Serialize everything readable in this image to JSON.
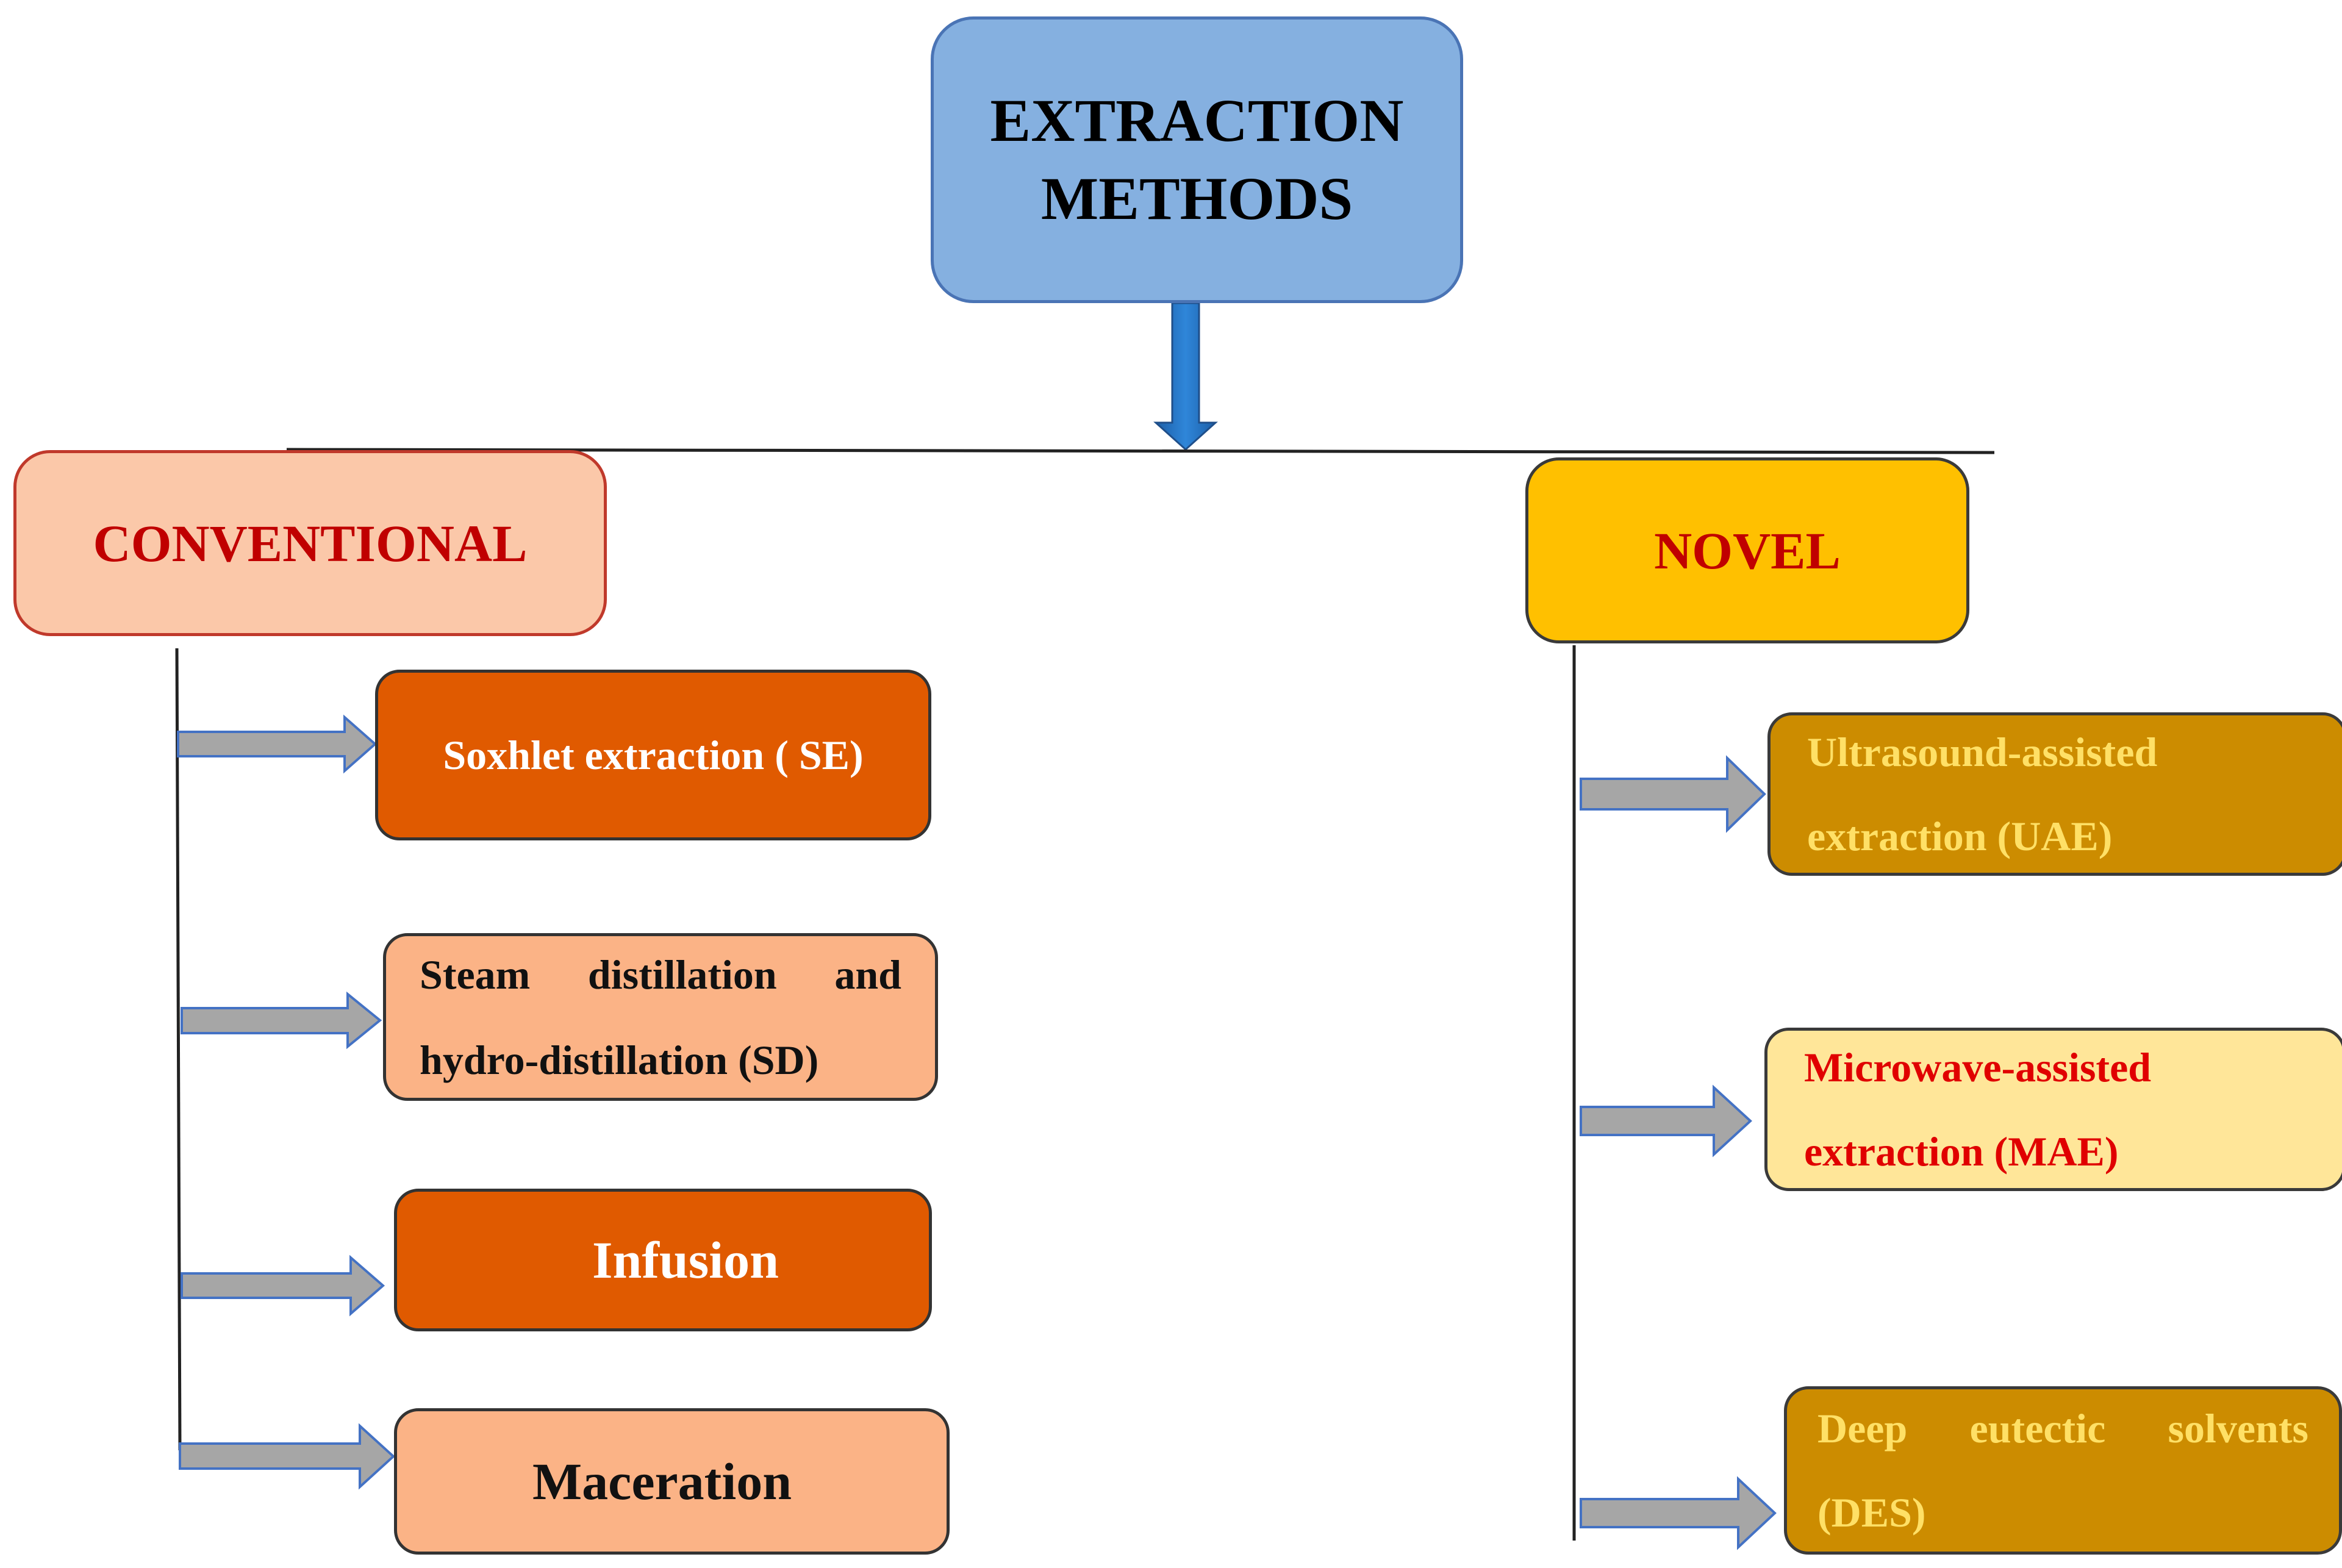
{
  "root": {
    "line1": "EXTRACTION",
    "line2": "METHODS"
  },
  "conventional": {
    "title": "CONVENTIONAL",
    "items": [
      {
        "text": "Soxhlet extraction ( SE)"
      },
      {
        "line1": "Steam distillation and",
        "line2": "hydro-distillation (SD)"
      },
      {
        "text": "Infusion"
      },
      {
        "text": "Maceration"
      }
    ]
  },
  "novel": {
    "title": "NOVEL",
    "items": [
      {
        "line1": "Ultrasound-assisted",
        "line2": "extraction (UAE)"
      },
      {
        "line1": "Microwave-assisted",
        "line2": "extraction (MAE)"
      },
      {
        "line1": "Deep eutectic solvents",
        "line2": "(DES)"
      }
    ]
  },
  "colors": {
    "root_fill": "#85b0e0",
    "conventional_fill": "#fbc8a9",
    "novel_fill": "#ffc000",
    "dark_orange": "#e05a00",
    "light_orange": "#fbb386",
    "gold": "#cc8c00",
    "light_yellow": "#ffe699",
    "title_red": "#c00000",
    "arrow_gray": "#a6a6a6",
    "down_arrow_blue": "#1f6fc2"
  }
}
